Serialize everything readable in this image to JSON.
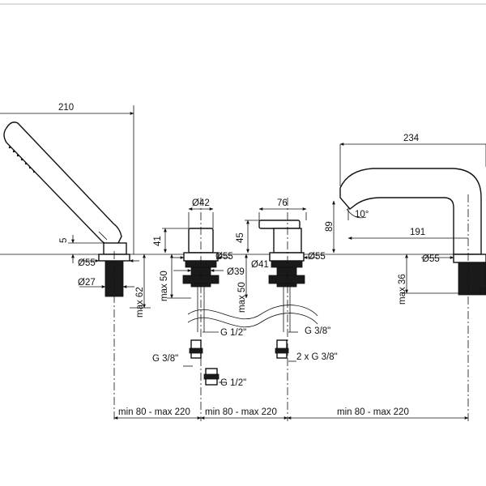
{
  "dimensions": {
    "hand_shower_length": "210",
    "spout_length": "234",
    "spout_reach": "191",
    "spout_height": "89",
    "spout_angle": "10°",
    "hand_shower_offset": "5",
    "handle_a_diameter": "Ø42",
    "handle_b_width": "76",
    "handle_a_height": "41",
    "handle_b_height": "45",
    "shower_base_diameter": "Ø55",
    "shower_shank_diameter": "Ø27",
    "shower_max_depth": "max 62",
    "valve_a_base_diameter": "Ø55",
    "valve_a_shank_diameter": "Ø39",
    "valve_a_max_depth": "max 50",
    "valve_b_shank_diameter": "Ø41",
    "valve_b_base_diameter": "Ø55",
    "valve_b_max_depth": "max 50",
    "spout_base_diameter": "Ø55",
    "spout_max_depth": "max 36",
    "spout_thread_partial": "G",
    "thread_a_top": "G 1/2\"",
    "thread_a_side": "G 3/8\"",
    "thread_a_bottom": "G 1/2\"",
    "thread_b_top": "G 3/8\"",
    "thread_b_side": "2 x G 3/8\"",
    "spacing_1": "min 80 - max 220",
    "spacing_2": "min 80 - max 220",
    "spacing_3": "min 80 - max 220"
  }
}
